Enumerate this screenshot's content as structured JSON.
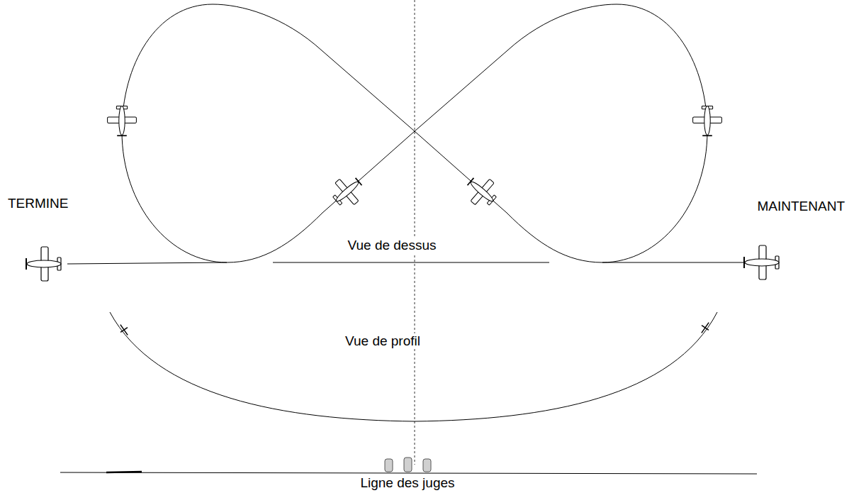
{
  "diagram": {
    "labels": [
      "TERMINE",
      "MAINTENANT",
      "Vue de dessus",
      "Vue de profil",
      "Ligne des juges"
    ]
  }
}
